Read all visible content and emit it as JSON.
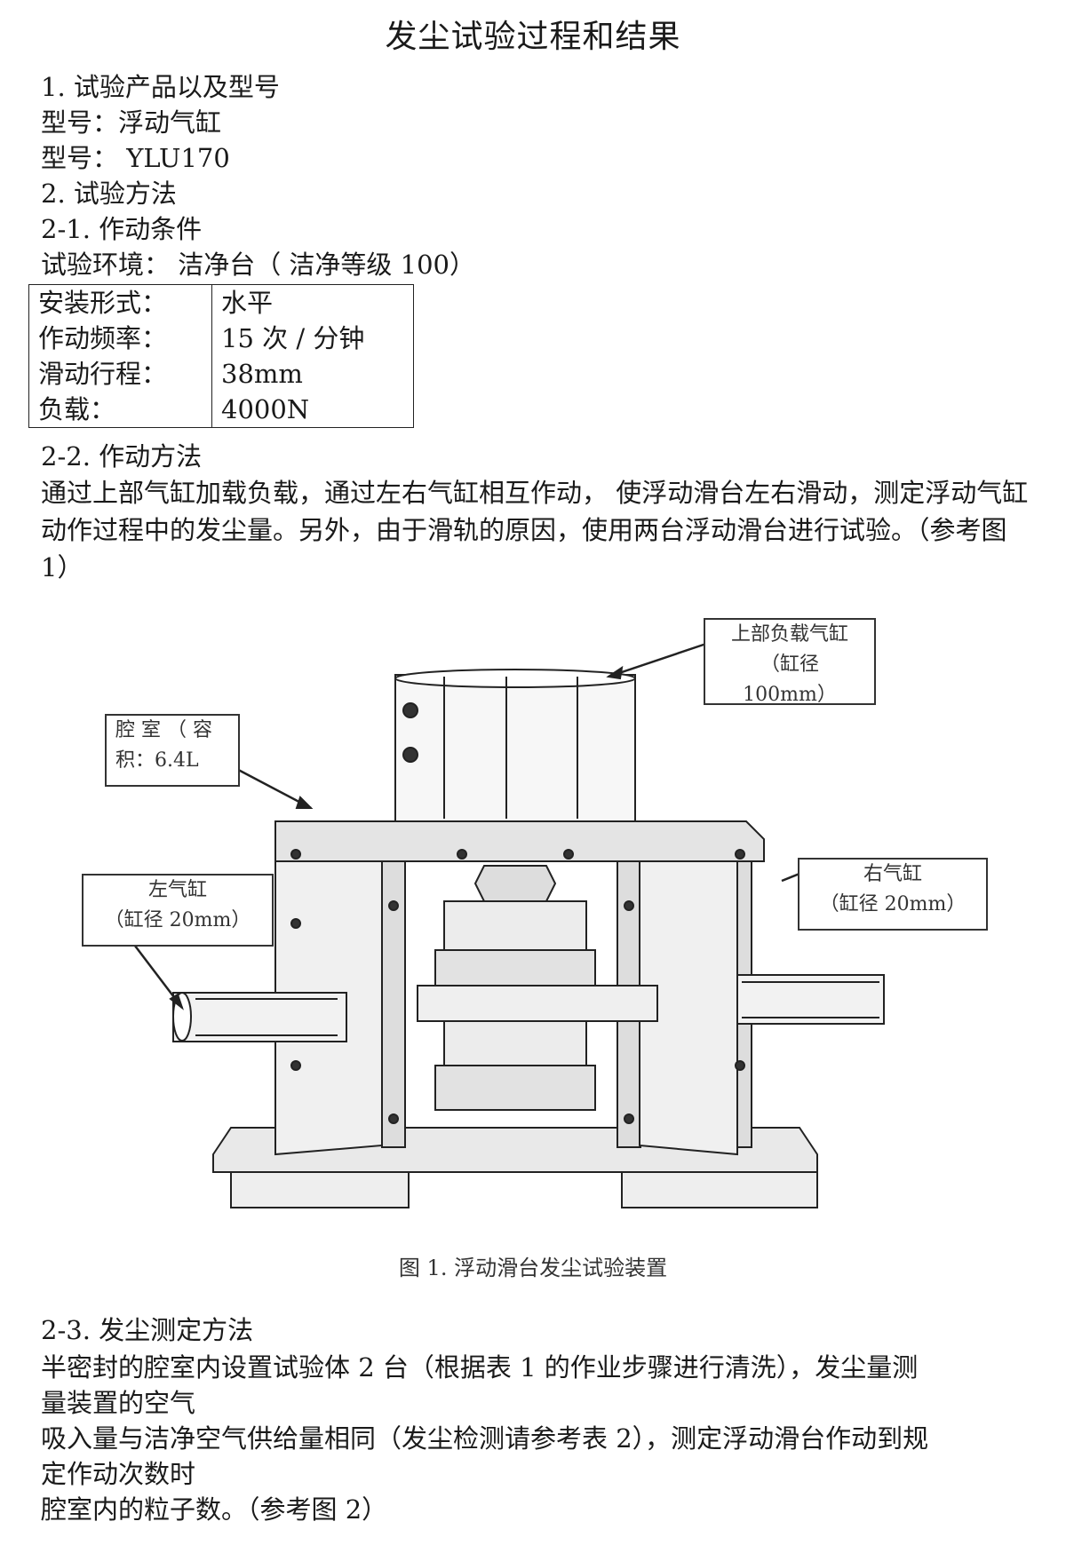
{
  "title": "发尘试验过程和结果",
  "section1": {
    "heading": "1. 试验产品以及型号",
    "model_name": "型号：浮动气缸",
    "model_code": "型号：  YLU170"
  },
  "section2": {
    "heading": "2. 试验方法",
    "sub1_heading": "2-1. 作动条件",
    "environment": "试验环境：  洁净台（  洁净等级 100）",
    "table": [
      {
        "label": "安装形式：",
        "value": "水平"
      },
      {
        "label": "作动频率：",
        "value": "15  次 / 分钟"
      },
      {
        "label": "滑动行程：",
        "value": "38mm"
      },
      {
        "label": "负载：",
        "value": "4000N"
      }
    ],
    "sub2_heading": "2-2. 作动方法",
    "sub2_text": "通过上部气缸加载负载，通过左右气缸相互作动，  使浮动滑台左右滑动，测定浮动气缸动作过程中的发尘量。另外，由于滑轨的原因，使用两台浮动滑台进行试验。（参考图 1）"
  },
  "figure": {
    "callout_top_right": [
      "上部负载气缸",
      "（缸径",
      "100mm）"
    ],
    "callout_chamber": [
      "腔 室 （ 容",
      "积：6.4L"
    ],
    "callout_left": [
      "左气缸",
      "（缸径 20mm）"
    ],
    "callout_right": [
      "右气缸",
      "（缸径 20mm）"
    ],
    "caption": "图 1. 浮动滑台发尘试验装置"
  },
  "section3": {
    "heading": "2-3. 发尘测定方法",
    "line1": "半密封的腔室内设置试验体 2 台（根据表 1 的作业步骤进行清洗），发尘量测",
    "line2": "量装置的空气",
    "line3": "吸入量与洁净空气供给量相同（发尘检测请参考表 2），测定浮动滑台作动到规",
    "line4": "定作动次数时",
    "line5": "腔室内的粒子数。（参考图 2）"
  }
}
